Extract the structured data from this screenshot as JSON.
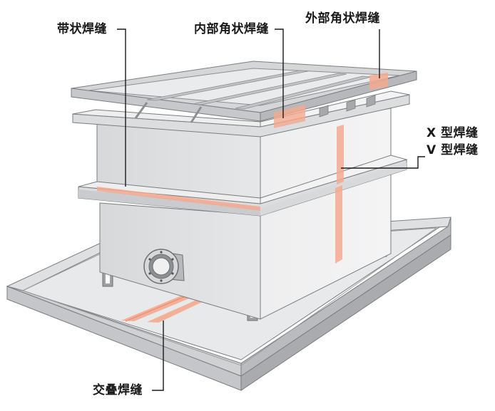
{
  "labels": {
    "strip_weld": "带状焊缝",
    "inner_corner_weld": "内部角状焊缝",
    "outer_corner_weld": "外部角状焊缝",
    "x_weld": "X 型焊缝",
    "v_weld": "V 型焊缝",
    "lap_weld": "交叠焊缝"
  },
  "colors": {
    "weld_highlight": "#f5a98f",
    "background": "#ffffff",
    "leader_line": "#1a1a1a"
  }
}
